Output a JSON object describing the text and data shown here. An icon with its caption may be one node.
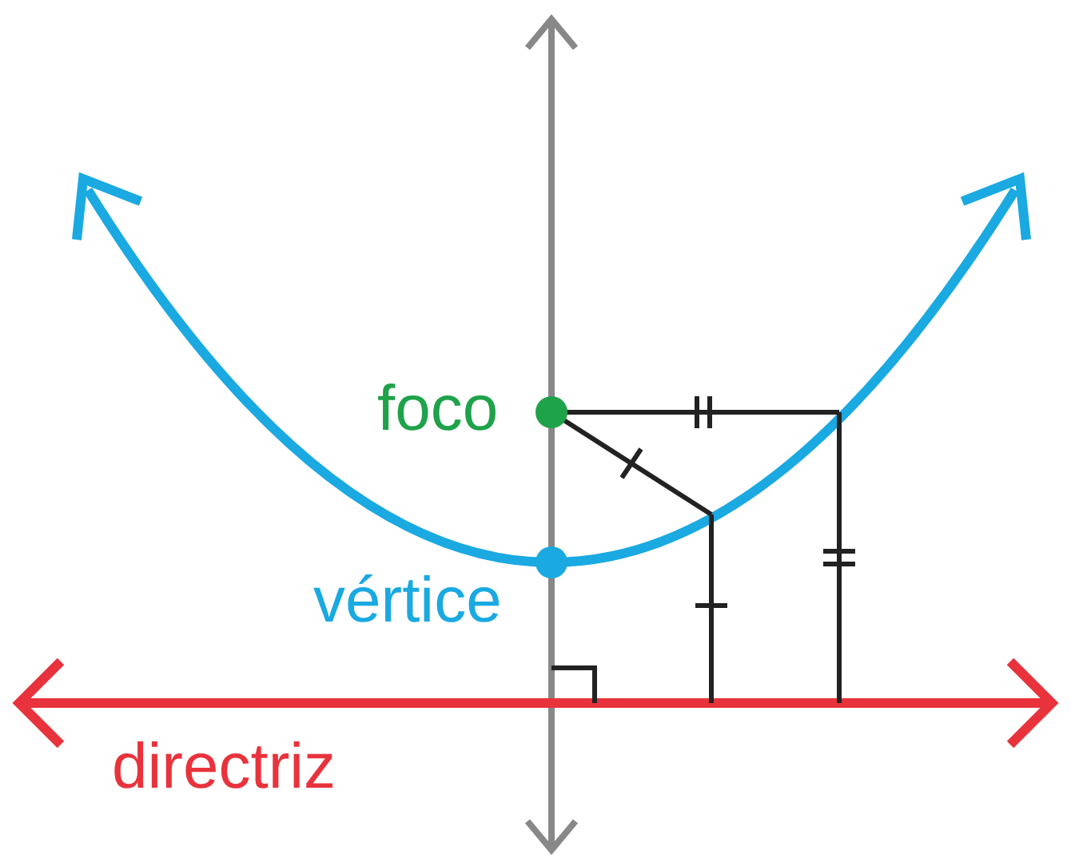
{
  "diagram": {
    "labels": [
      "foco",
      "vértice",
      "directriz"
    ]
  }
}
